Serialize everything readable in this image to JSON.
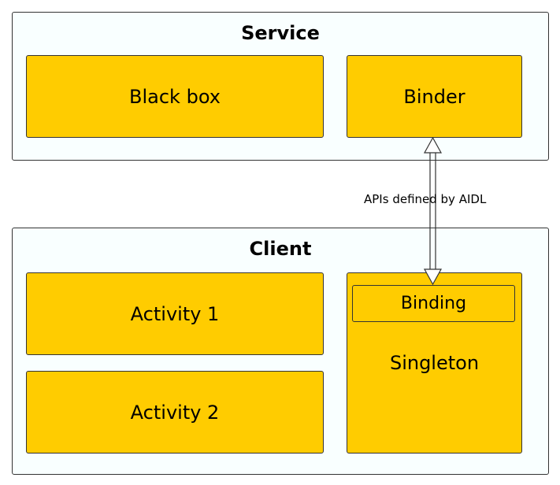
{
  "service": {
    "title": "Service",
    "black_box": "Black box",
    "binder": "Binder"
  },
  "client": {
    "title": "Client",
    "activity1": "Activity 1",
    "activity2": "Activity 2",
    "singleton": "Singleton",
    "binding": "Binding"
  },
  "connection": {
    "label": "APIs defined by AIDL"
  },
  "colors": {
    "group_fill": "#f9ffff",
    "box_fill": "#ffcc00",
    "border": "#333333"
  }
}
